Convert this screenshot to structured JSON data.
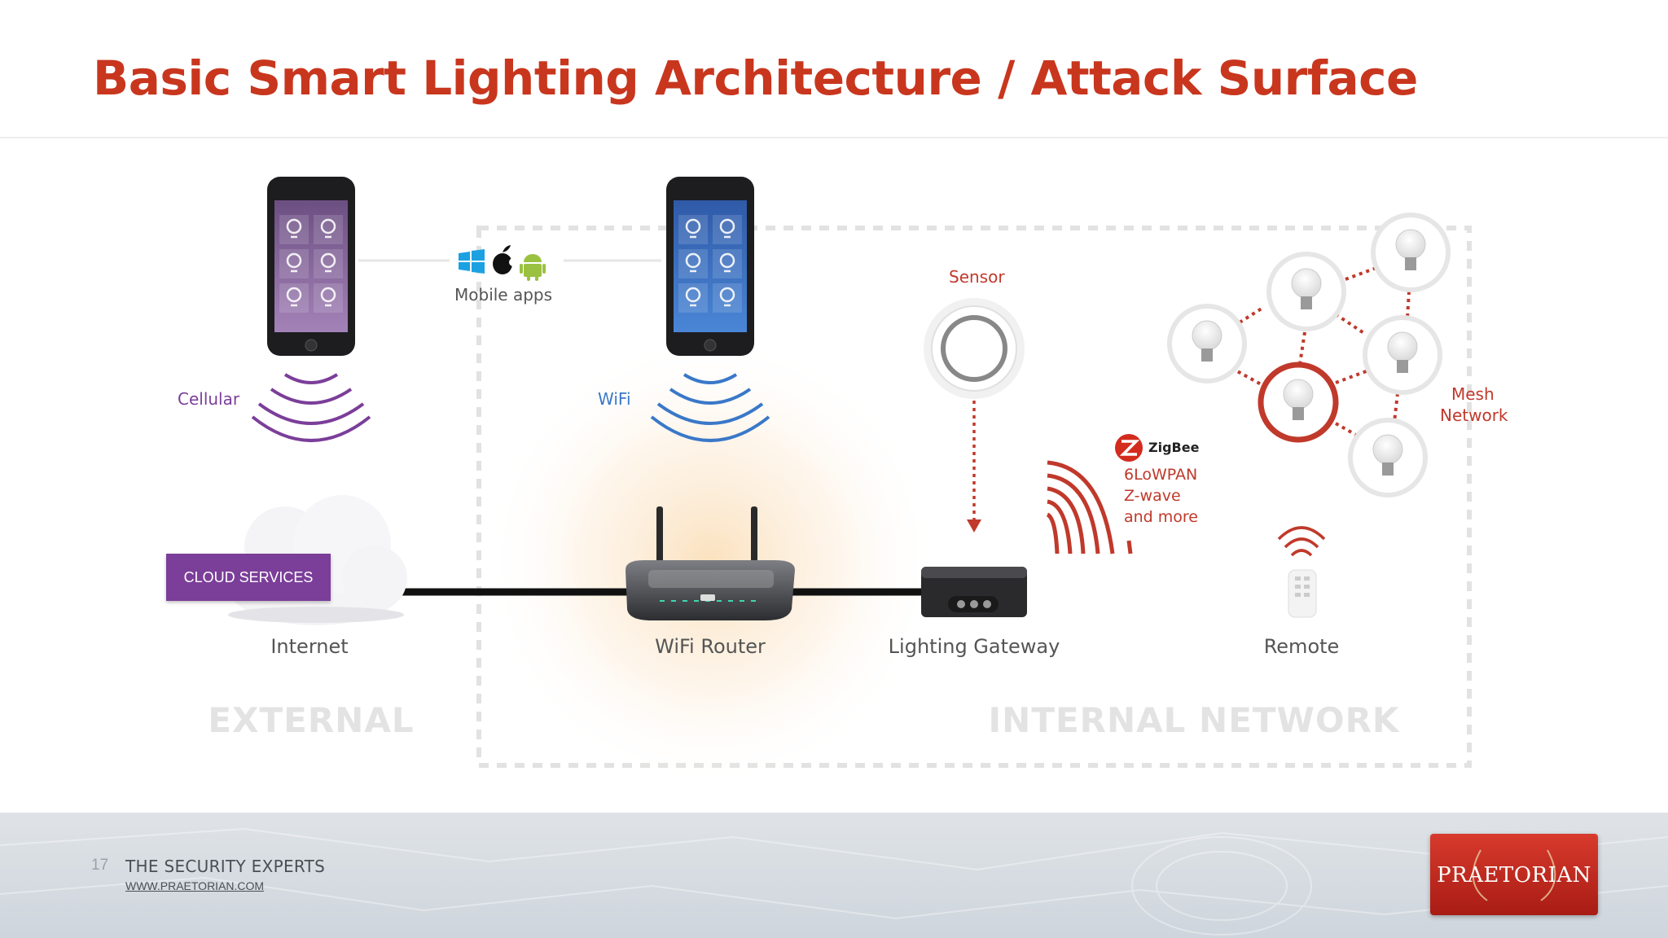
{
  "slide": {
    "title": "Basic Smart Lighting Architecture / Attack Surface",
    "page_number": "17",
    "tagline": "THE SECURITY EXPERTS",
    "url": "WWW.PRAETORIAN.COM",
    "logo_text": "PRAETORIAN"
  },
  "labels": {
    "mobile_apps": "Mobile apps",
    "cellular": "Cellular",
    "wifi": "WiFi",
    "sensor": "Sensor",
    "mesh_line1": "Mesh",
    "mesh_line2": "Network",
    "zigbee": "ZigBee",
    "protocol_line1": "6LoWPAN",
    "protocol_line2": "Z-wave",
    "protocol_line3": "and more",
    "cloud_services": "CLOUD SERVICES",
    "internet": "Internet",
    "router": "WiFi Router",
    "gateway": "Lighting Gateway",
    "remote": "Remote",
    "external": "EXTERNAL",
    "internal": "INTERNAL NETWORK"
  },
  "colors": {
    "title_red": "#c8361e",
    "cellular_purple": "#7b3e99",
    "wifi_blue": "#3a78c8",
    "zigbee_red": "#c0392b",
    "mesh_red": "#c0392b"
  },
  "icons": [
    "windows-icon",
    "apple-icon",
    "android-icon",
    "lightbulb-icon",
    "zigbee-logo-icon"
  ]
}
